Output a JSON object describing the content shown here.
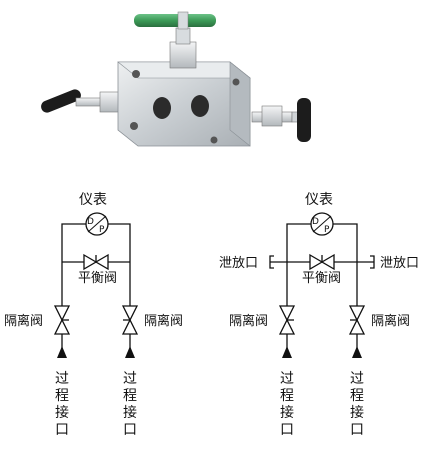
{
  "photo": {
    "description_icon": "three-valve-manifold-photo",
    "colors": {
      "body": "#cfd3d6",
      "green_handle": "#3c9a57",
      "black_handle": "#1c1c1c"
    }
  },
  "left_diagram": {
    "instrument": "仪表",
    "dp_top": "D",
    "dp_bottom": "P",
    "balance_valve": "平衡阀",
    "isolation_left": "隔离阀",
    "isolation_right": "隔离阀",
    "process_left": [
      "过",
      "程",
      "接",
      "口"
    ],
    "process_right": [
      "过",
      "程",
      "接",
      "口"
    ]
  },
  "right_diagram": {
    "instrument": "仪表",
    "dp_top": "D",
    "dp_bottom": "P",
    "vent_left": "泄放口",
    "vent_right": "泄放口",
    "balance_valve": "平衡阀",
    "isolation_left": "隔离阀",
    "isolation_right": "隔离阀",
    "process_left": [
      "过",
      "程",
      "接",
      "口"
    ],
    "process_right": [
      "过",
      "程",
      "接",
      "口"
    ]
  }
}
